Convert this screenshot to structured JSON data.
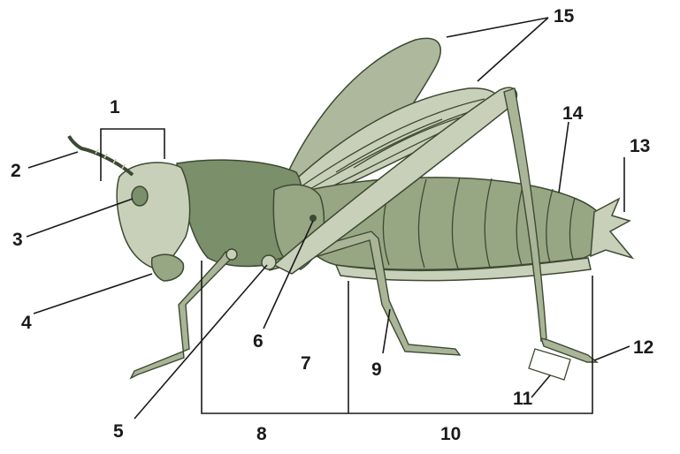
{
  "labels": {
    "l1": "1",
    "l2": "2",
    "l3": "3",
    "l4": "4",
    "l5": "5",
    "l6": "6",
    "l7": "7",
    "l8": "8",
    "l9": "9",
    "l10": "10",
    "l11": "11",
    "l12": "12",
    "l13": "13",
    "l14": "14",
    "l15": "15"
  },
  "colors": {
    "thorax": "#7a8f6a",
    "abdomen": "#97a784",
    "head": "#c9d0b9",
    "wing": "#aeb89c",
    "leg": "#a9b596"
  }
}
